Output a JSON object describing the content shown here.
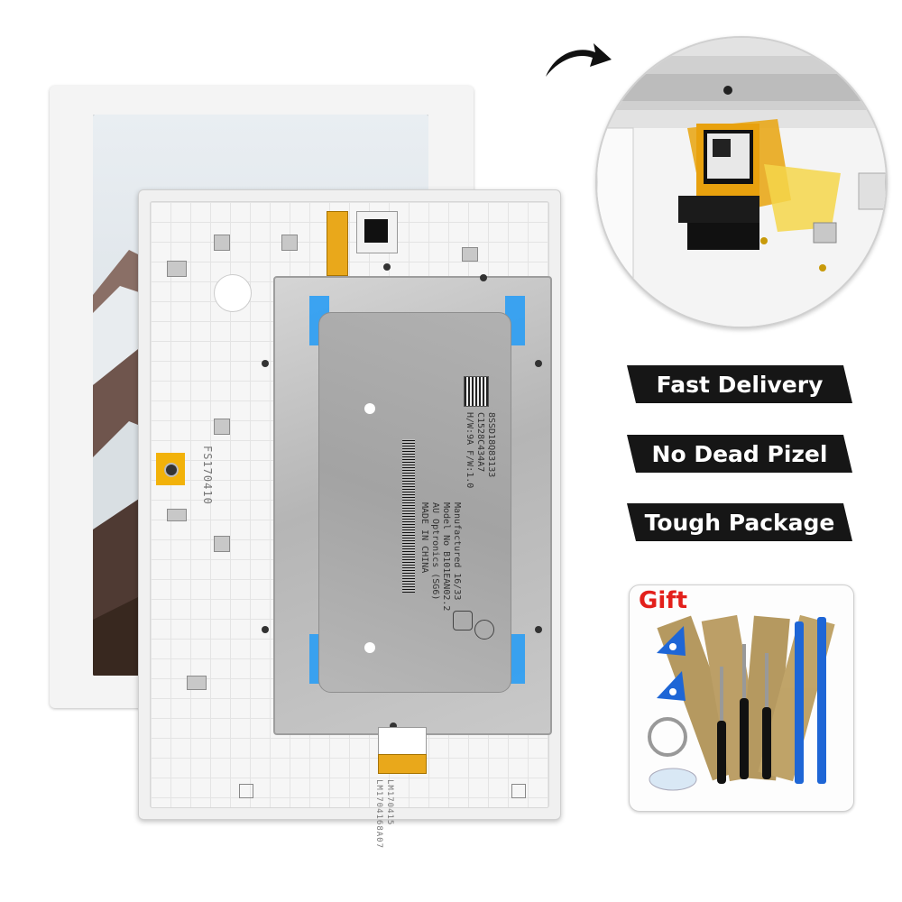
{
  "badges": {
    "fast_delivery": "Fast Delivery",
    "no_dead_pixel": "No Dead Pizel",
    "tough_package": "Tough Package"
  },
  "gift": {
    "label": "Gift"
  },
  "frame_text": {
    "side_code": "FS170410",
    "bottom_code_1": "LM170415",
    "bottom_code_2": "LM1704168A07"
  },
  "panel_label": {
    "line1": "8SSD18Q83133",
    "line2": "C1528C434A7",
    "line3": "H/W:9A F/W:1.0",
    "line4": "Manufactured 16/33",
    "line5": "Model No B101EAN02.2",
    "line6": "AU Optronics (SG6)",
    "line7": "MADE IN CHINA"
  },
  "colors": {
    "badge_bg": "#161616",
    "gift_red": "#e3201b",
    "tape_blue": "#2a9df4",
    "flex_gold": "#e9a81b"
  }
}
